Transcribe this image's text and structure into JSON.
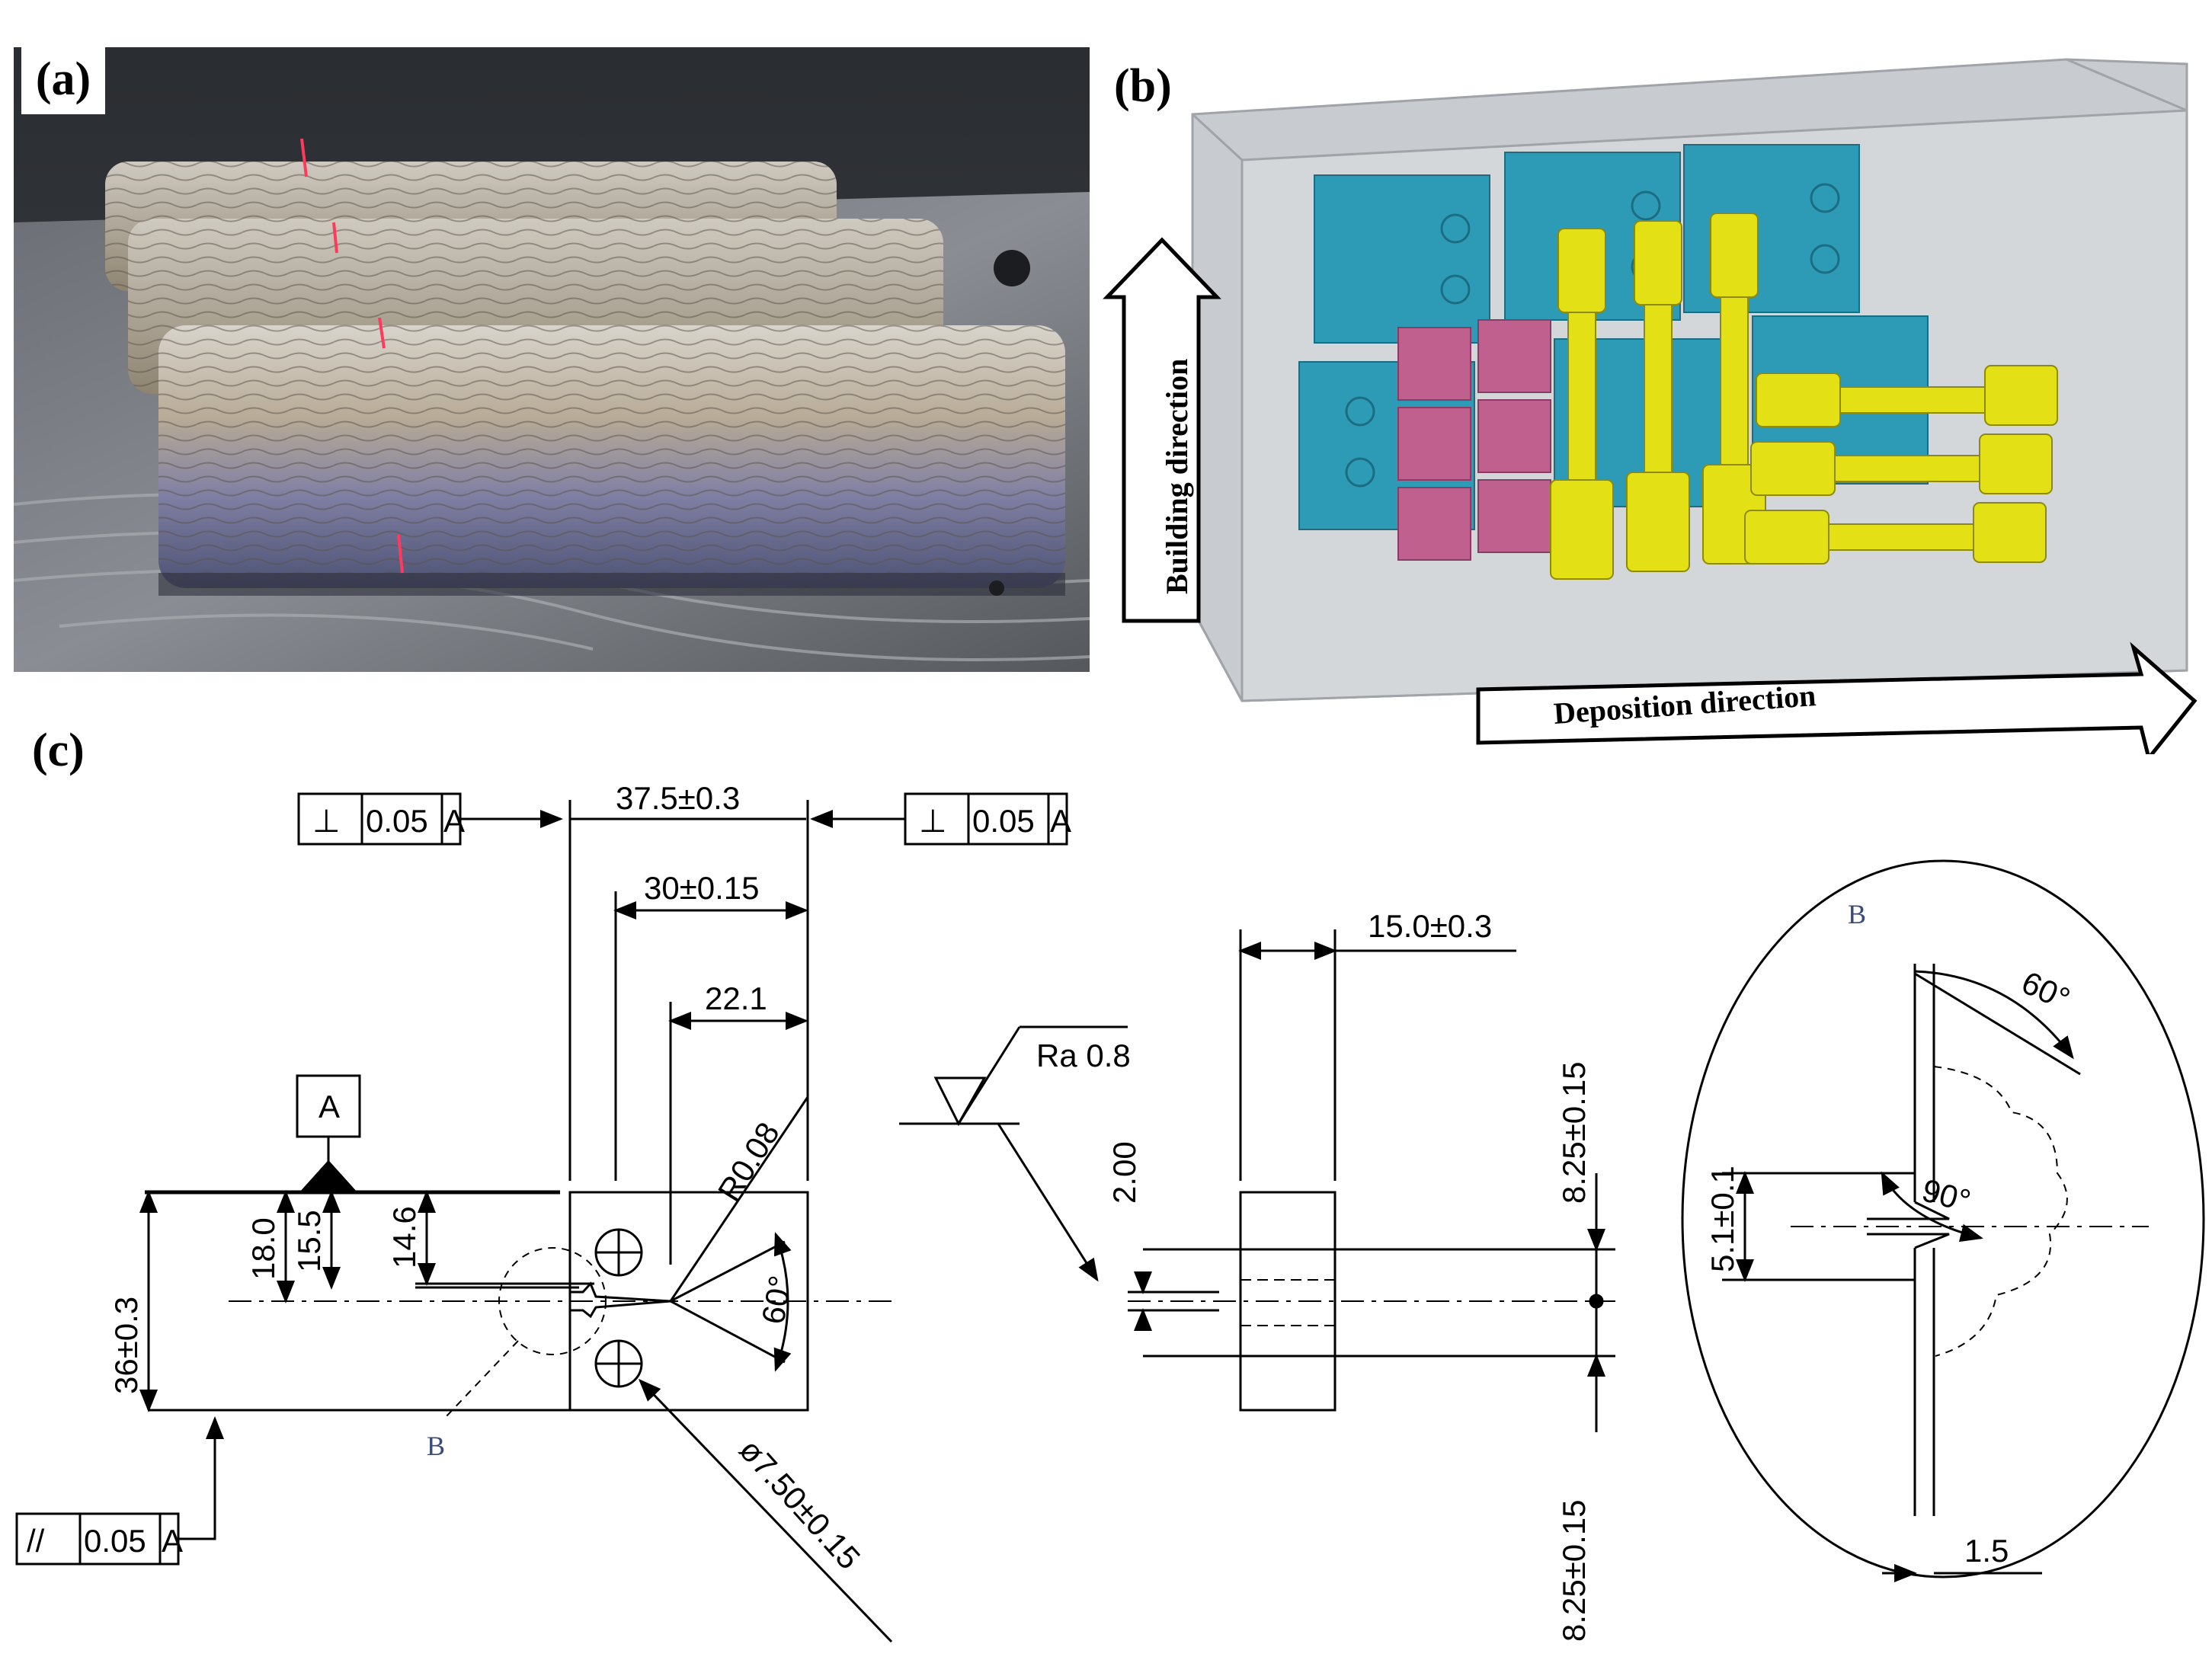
{
  "panels": {
    "a": {
      "label": "(a)"
    },
    "b": {
      "label": "(b)",
      "building_direction": "Building direction",
      "deposition_direction": "Deposition direction"
    },
    "c": {
      "label": "(c)"
    }
  },
  "drawing": {
    "fcf_left": {
      "symbol": "⊥",
      "tolerance": "0.05",
      "datum": "A"
    },
    "fcf_right": {
      "symbol": "⊥",
      "tolerance": "0.05",
      "datum": "A"
    },
    "fcf_bottom": {
      "symbol": "//",
      "tolerance": "0.05",
      "datum": "A"
    },
    "datum_label": "A",
    "dim_width": "37.5±0.3",
    "dim_30": "30±0.15",
    "dim_22": "22.1",
    "dim_radius": "R0.08",
    "dim_height": "36±0.3",
    "dim_18": "18.0",
    "dim_15_5": "15.5",
    "dim_14_6": "14.6",
    "dim_angle": "60°",
    "dim_hole": "ø7.50±0.15",
    "detail_ref": "B",
    "roughness": "Ra 0.8",
    "dim_2": "2.00",
    "dim_thickness": "15.0±0.3",
    "dim_8_25_top": "8.25±0.15",
    "dim_8_25_bottom": "8.25±0.15",
    "detail": {
      "label": "B",
      "angle_60": "60°",
      "angle_90": "90°",
      "dim_5_1": "5.1±0.1",
      "dim_1_5": "1.5"
    }
  },
  "colors": {
    "specimen_block": "#2e9bb6",
    "specimen_cube": "#c0608f",
    "specimen_tensile": "#e3e016",
    "box": "#c8ccd0"
  }
}
